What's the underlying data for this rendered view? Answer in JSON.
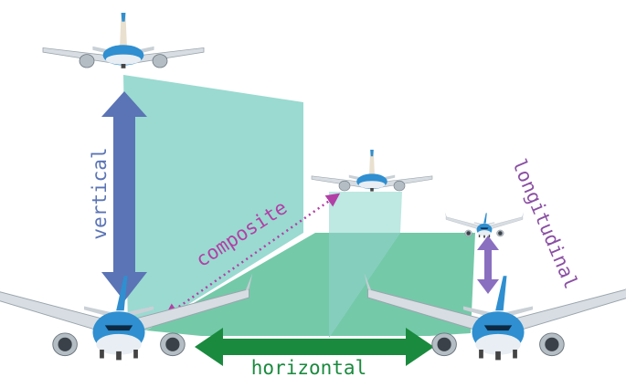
{
  "labels": {
    "vertical": "vertical",
    "horizontal": "horizontal",
    "composite": "composite",
    "longitudinal": "longitudinal"
  },
  "colors": {
    "vertical": "#5b74b5",
    "horizontal": "#1a8a3e",
    "composite": "#b23fa6",
    "longitudinal": "#8a4fa3",
    "plane_wall": "#8fd6cc",
    "ground_plane": "#5cc09a",
    "aircraft_body": "#2f8fd0",
    "aircraft_wing": "#d7dde2"
  },
  "icons": {
    "aircraft": "airliner-icon"
  }
}
